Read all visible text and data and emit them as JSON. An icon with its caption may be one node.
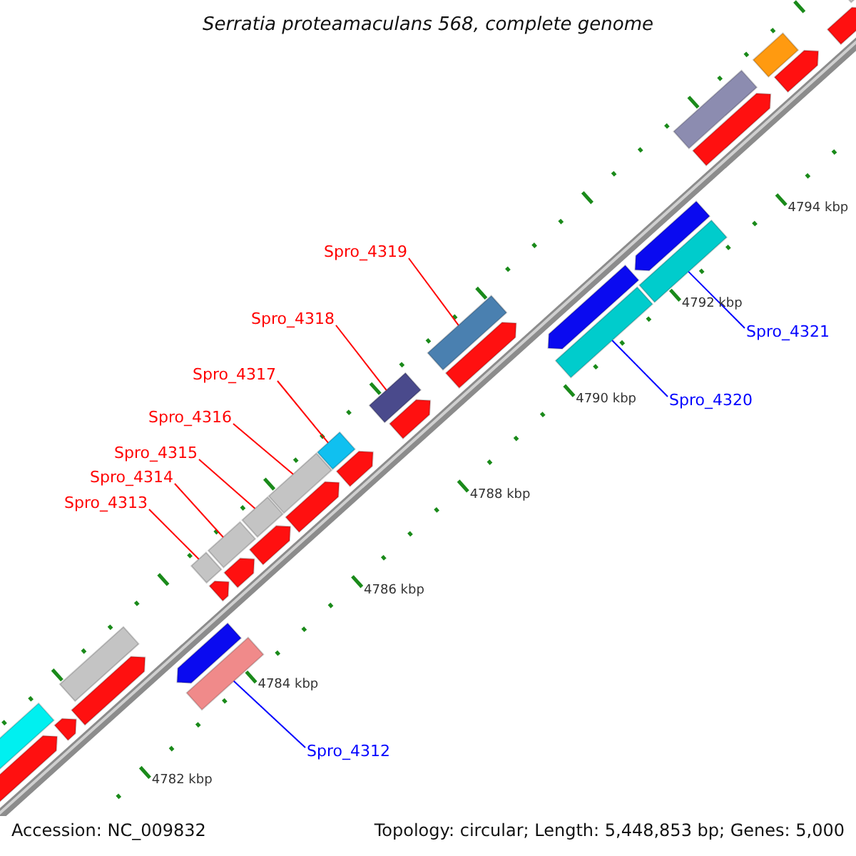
{
  "diagram": {
    "title": "Serratia proteamaculans 568, complete genome",
    "nodes": [
      {
        "text": [
          "Spro_4319"
        ]
      },
      {
        "text": [
          "Spro_4318"
        ]
      },
      {
        "text": [
          "Spro_4321"
        ]
      },
      {
        "text": [
          "Spro_4317"
        ]
      },
      {
        "text": [
          "Spro_4320"
        ]
      },
      {
        "text": [
          "Spro_4316"
        ]
      },
      {
        "text": [
          "Spro_4315"
        ]
      },
      {
        "text": [
          "Spro_4314"
        ]
      },
      {
        "text": [
          "Spro_4313"
        ]
      },
      {
        "text": [
          "Spro_4312"
        ]
      },
      {
        "text": [],
        "shape": "bar"
      },
      {
        "text": [],
        "shape": "bar"
      },
      {
        "text": [],
        "shape": "bar"
      },
      {
        "text": [],
        "shape": "bar"
      },
      {
        "text": [],
        "shape": "bar"
      },
      {
        "text": [],
        "shape": "bar"
      },
      {
        "text": [],
        "shape": "bar"
      },
      {
        "text": [],
        "shape": "bar"
      },
      {
        "text": [],
        "shape": "bar"
      },
      {
        "text": [],
        "shape": "bar"
      }
    ],
    "edges": [
      {
        "from": 0,
        "to": 11,
        "arrow": "none"
      },
      {
        "from": 1,
        "to": 13,
        "arrow": "none"
      },
      {
        "from": 2,
        "to": 10,
        "arrow": "none",
        "color": "#0000ff"
      },
      {
        "from": 3,
        "to": 14,
        "arrow": "none"
      },
      {
        "from": 4,
        "to": 12,
        "arrow": "none",
        "color": "#0000ff"
      },
      {
        "from": 5,
        "to": 15,
        "arrow": "none"
      },
      {
        "from": 6,
        "to": 16,
        "arrow": "none"
      },
      {
        "from": 7,
        "to": 17,
        "arrow": "none"
      },
      {
        "from": 8,
        "to": 18,
        "arrow": "none"
      },
      {
        "from": 9,
        "to": 19,
        "arrow": "none",
        "color": "#0000ff"
      }
    ],
    "labels": [
      "4794 kbp",
      "4792 kbp",
      "4790 kbp",
      "4788 kbp",
      "4786 kbp",
      "4784 kbp",
      "4782 kbp",
      "Accession: NC_009832",
      "Topology: circular; Length: 5,448,853 bp; Genes: 5,000"
    ]
  }
}
